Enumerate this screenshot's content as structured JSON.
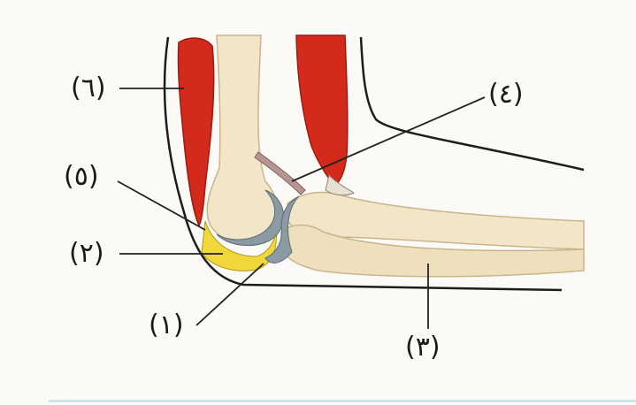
{
  "labels": {
    "l1": "(١)",
    "l2": "(٢)",
    "l3": "(٣)",
    "l4": "(٤)",
    "l5": "(٥)",
    "l6": "(٦)"
  },
  "colors": {
    "muscle": "#d42a1c",
    "muscle_dark": "#9e1a10",
    "bone": "#f3e6c8",
    "bone_shade": "#dcc89b",
    "cartilage": "#8b9aa3",
    "synovial_fluid": "#f0d83a",
    "outline": "#1d1d1d",
    "leader": "#222222"
  }
}
